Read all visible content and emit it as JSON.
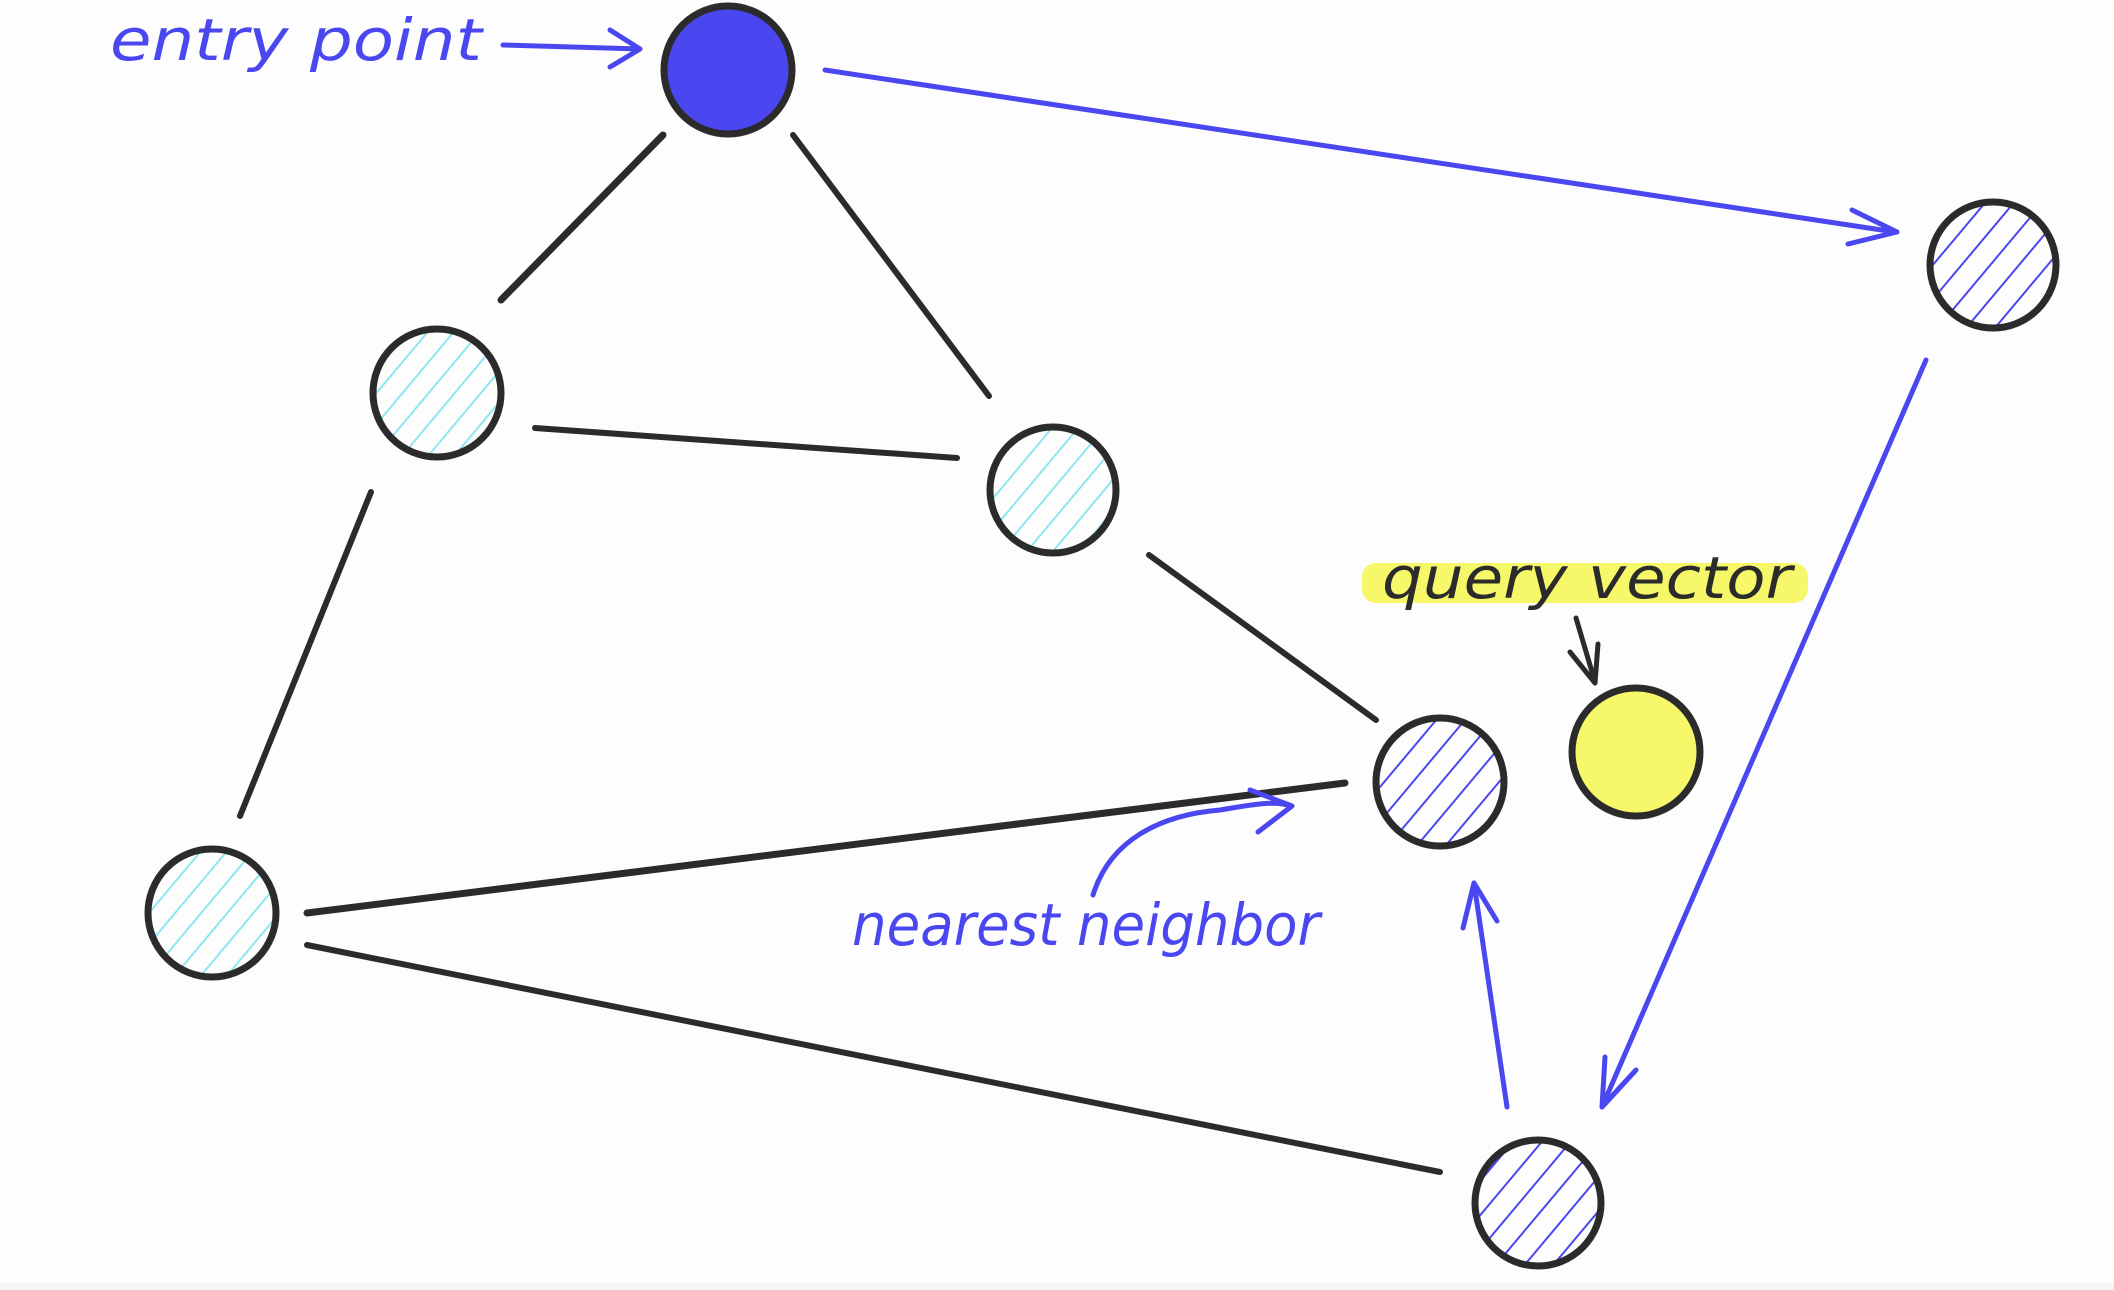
{
  "diagram": {
    "title": "HNSW-style graph search toward a query vector",
    "labels": {
      "entry_point": "entry point",
      "query_vector": "query vector",
      "nearest_neighbor": "nearest neighbor"
    },
    "colors": {
      "entry_fill": "#4a47f0",
      "visited_hatch": "#4a47f0",
      "unvisited_hatch": "#8fe6f2",
      "query_fill": "#f7f76a",
      "query_highlight": "#f7f76a",
      "edge": "#2b2b2b",
      "path_arrow": "#4a47f0",
      "label_blue": "#4a47f0",
      "label_dark": "#2b2b2b"
    },
    "nodes": [
      {
        "id": "entry",
        "role": "entry point",
        "style": "solid-blue"
      },
      {
        "id": "right",
        "role": "visited",
        "style": "hatched-blue"
      },
      {
        "id": "upper-left",
        "role": "unvisited",
        "style": "hatched-cyan"
      },
      {
        "id": "middle",
        "role": "unvisited",
        "style": "hatched-cyan"
      },
      {
        "id": "nearest",
        "role": "nearest neighbor",
        "style": "hatched-blue"
      },
      {
        "id": "query",
        "role": "query vector",
        "style": "solid-yellow"
      },
      {
        "id": "lower-left",
        "role": "unvisited",
        "style": "hatched-cyan"
      },
      {
        "id": "bottom",
        "role": "visited",
        "style": "hatched-blue"
      }
    ],
    "edges": [
      [
        "entry",
        "upper-left"
      ],
      [
        "entry",
        "middle"
      ],
      [
        "upper-left",
        "middle"
      ],
      [
        "upper-left",
        "lower-left"
      ],
      [
        "middle",
        "nearest"
      ],
      [
        "lower-left",
        "nearest"
      ],
      [
        "lower-left",
        "bottom"
      ]
    ],
    "search_path": [
      [
        "entry",
        "right"
      ],
      [
        "right",
        "bottom"
      ],
      [
        "bottom",
        "nearest"
      ]
    ]
  }
}
